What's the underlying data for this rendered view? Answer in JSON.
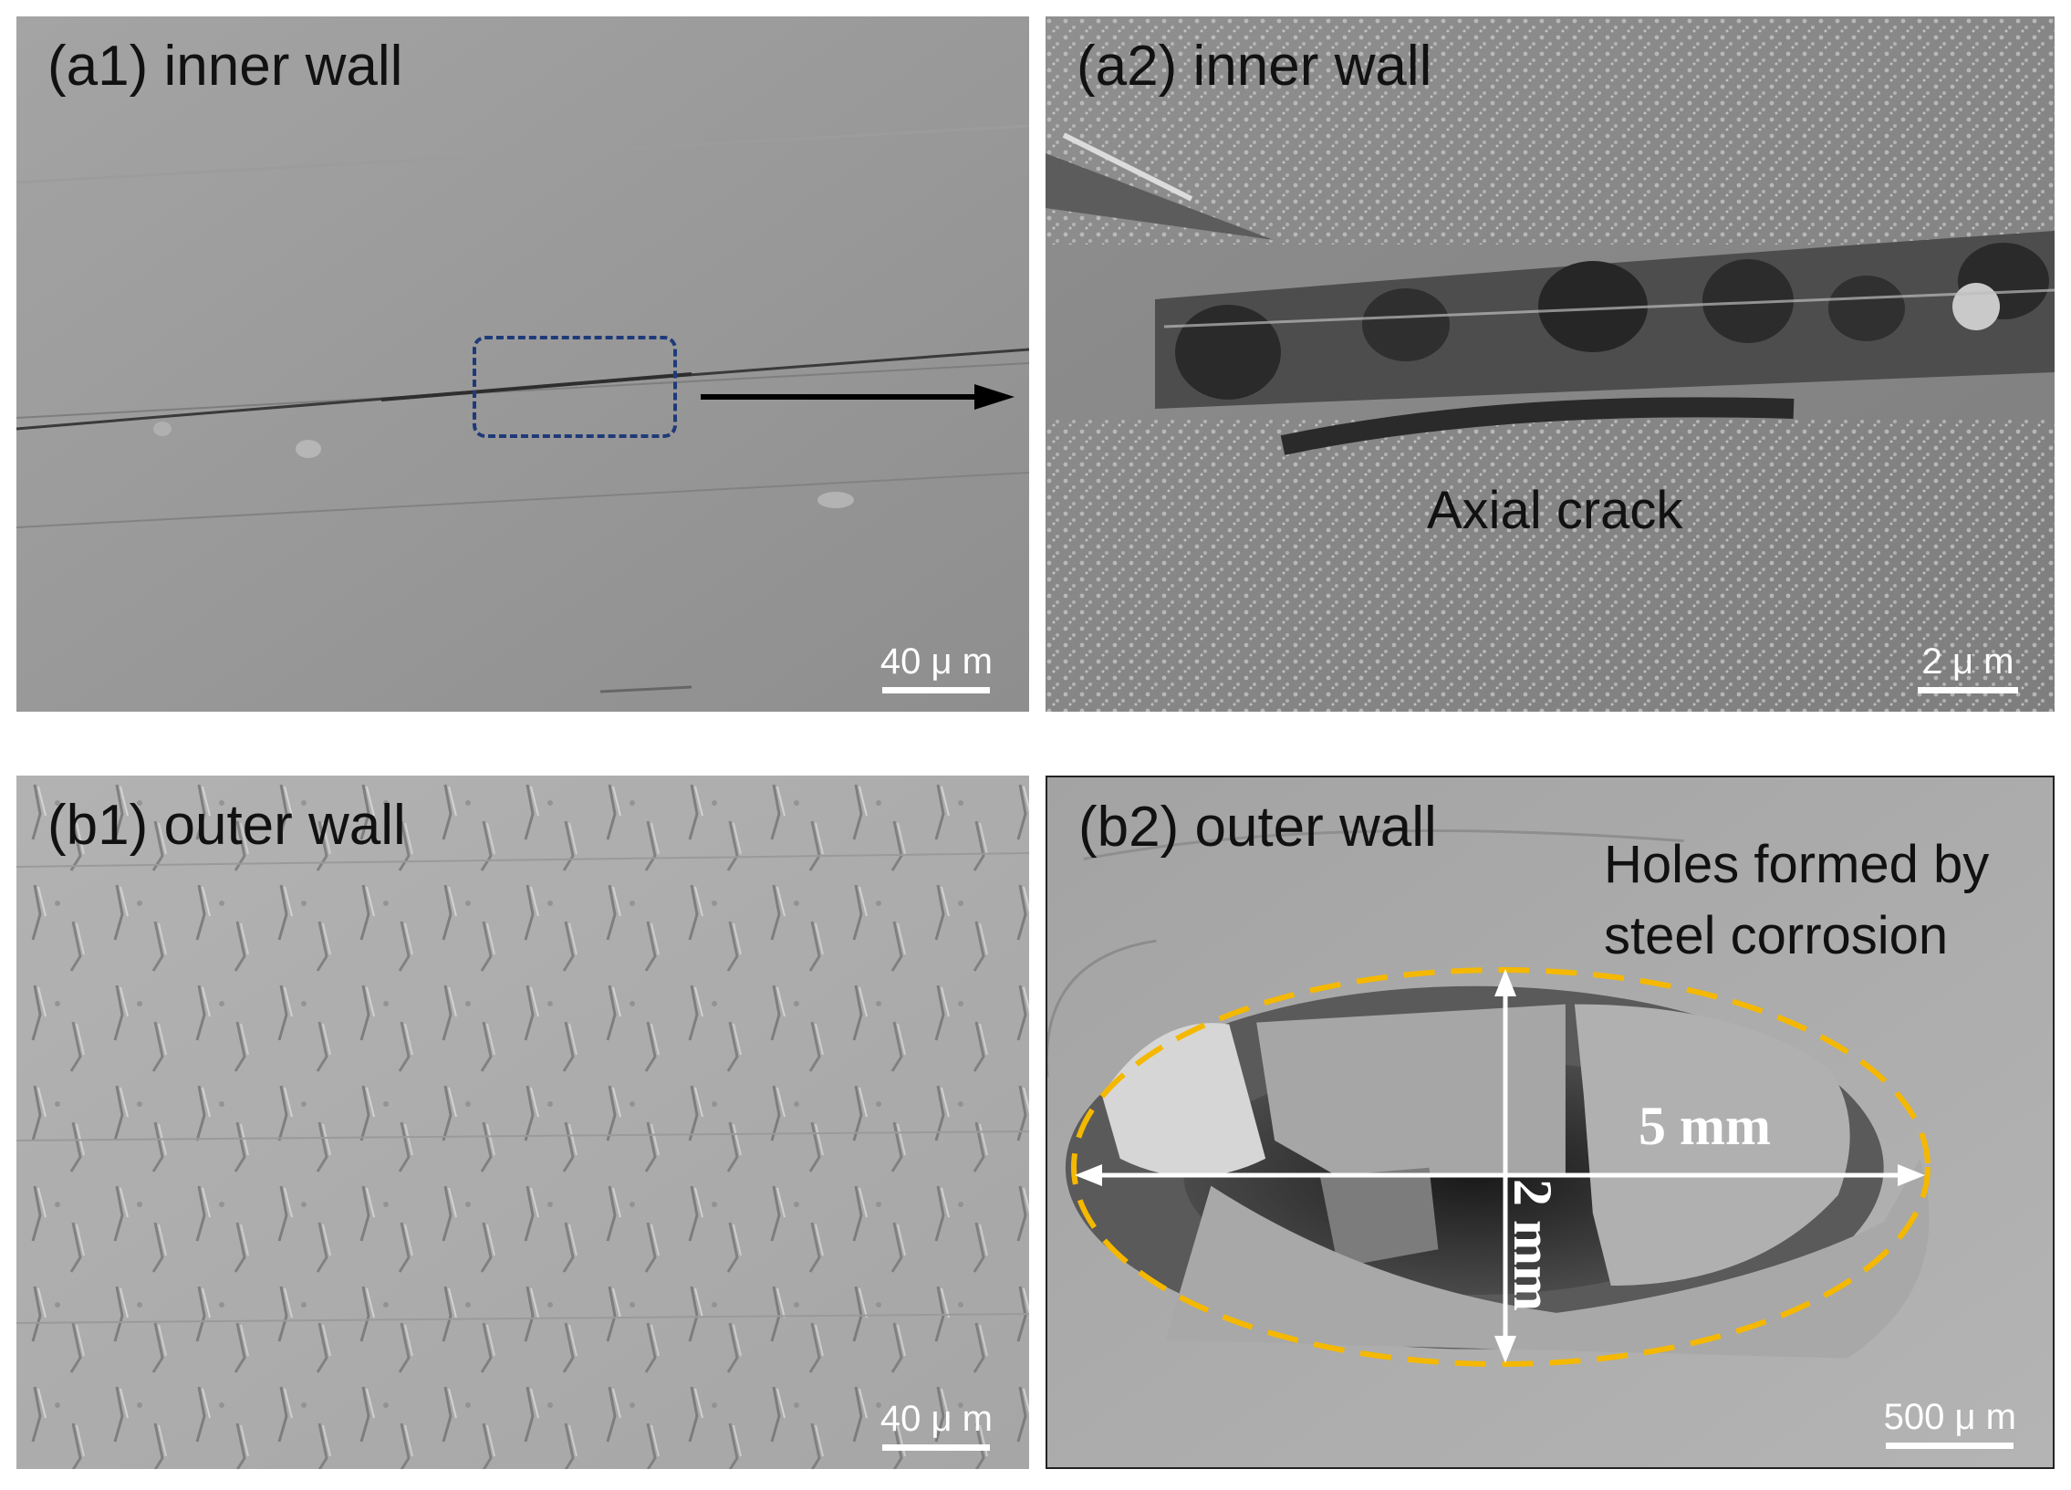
{
  "panels": {
    "a1": {
      "label": "(a1) inner wall",
      "scale": "40 μ m"
    },
    "a2": {
      "label": "(a2) inner wall",
      "scale": "2 μ m",
      "annotation": "Axial crack"
    },
    "b1": {
      "label": "(b1) outer wall",
      "scale": "40 μ m"
    },
    "b2": {
      "label": "(b2) outer wall",
      "scale": "500 μ m",
      "annotation_line1": "Holes formed by",
      "annotation_line2": "steel corrosion",
      "dim_width": "5 mm",
      "dim_height": "2 mm"
    }
  },
  "colors": {
    "highlight_box": "#1f3a78",
    "ellipse": "#f5b800",
    "arrow": "#000000"
  }
}
